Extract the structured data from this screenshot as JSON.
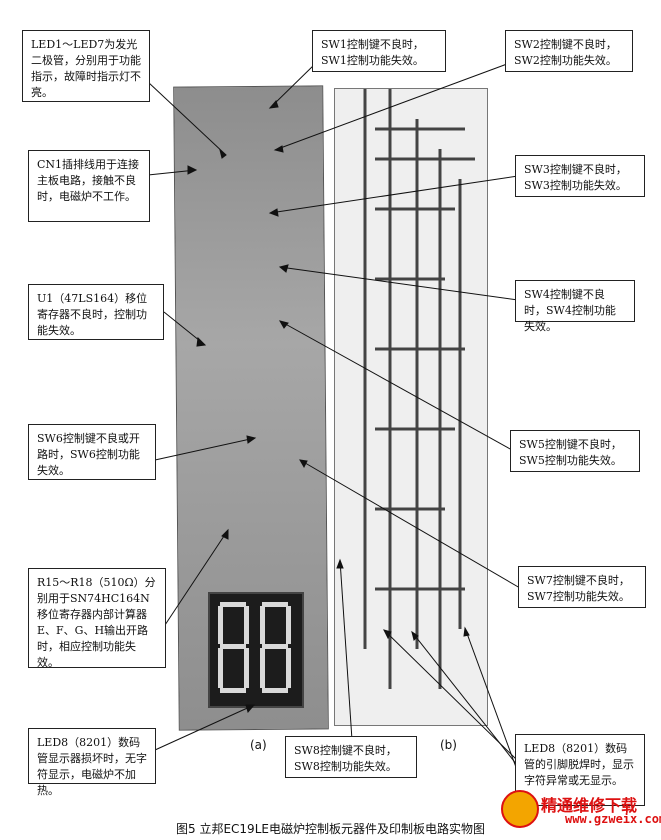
{
  "labels": {
    "led1_7": "LED1～LED7为发光二极管，分别用于功能指示，故障时指示灯不亮。",
    "cn1": "CN1插排线用于连接主板电路，接触不良时，电磁炉不工作。",
    "u1": "U1（47LS164）移位寄存器不良时，控制功能失效。",
    "sw6": "SW6控制键不良或开路时，SW6控制功能失效。",
    "r15_18": "R15～R18（510Ω）分别用于SN74HC164N移位寄存器内部计算器E、F、G、H输出开路时，相应控制功能失效。",
    "led8_a": "LED8（8201）数码管显示器损坏时，无字符显示，电磁炉不加热。",
    "sw1": "SW1控制键不良时，SW1控制功能失效。",
    "sw2": "SW2控制键不良时，SW2控制功能失效。",
    "sw3": "SW3控制键不良时，SW3控制功能失效。",
    "sw4": "SW4控制键不良时，SW4控制功能失效。",
    "sw5": "SW5控制键不良时，SW5控制功能失效。",
    "sw7": "SW7控制键不良时，SW7控制功能失效。",
    "sw8": "SW8控制键不良时，SW8控制功能失效。",
    "led8_b": "LED8（8201）数码管的引脚脱焊时，显示字符异常或无显示。"
  },
  "tags": {
    "a": "(a)",
    "b": "(b)"
  },
  "caption": "图5 立邦EC19LE电磁炉控制板元器件及印制板电路实物图",
  "watermark": {
    "title": "精通维修下载",
    "url": "www.gzweix.com"
  }
}
